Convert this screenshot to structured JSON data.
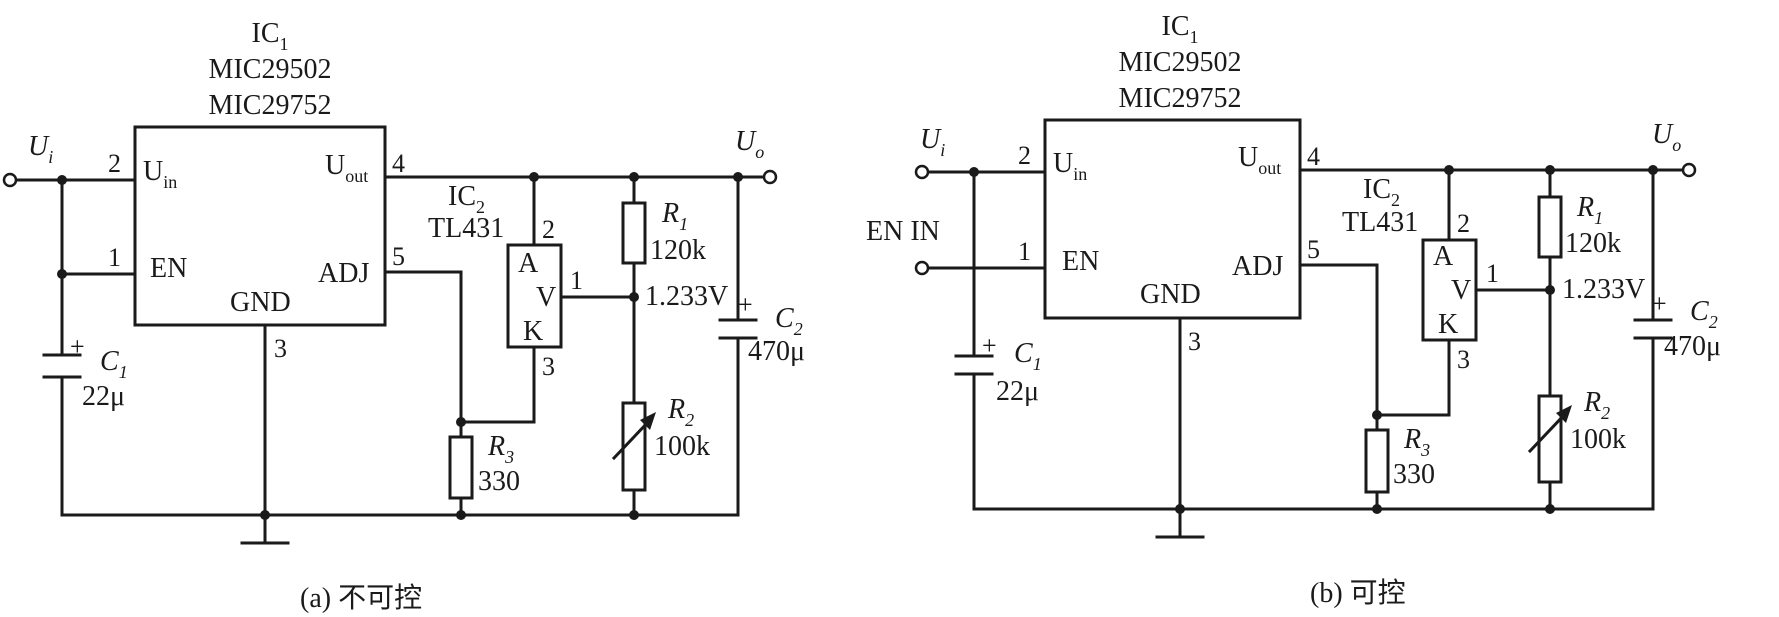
{
  "circuits": [
    {
      "id": "a",
      "caption": "(a) 不可控",
      "ic1": {
        "name": "IC",
        "index": "1",
        "parts": [
          "MIC29502",
          "MIC29752"
        ]
      },
      "pins": {
        "uin": "U",
        "uin_sub": "in",
        "en": "EN",
        "gnd": "GND",
        "uout": "U",
        "uout_sub": "out",
        "adj": "ADJ",
        "n2": "2",
        "n1": "1",
        "n3": "3",
        "n4": "4",
        "n5": "5"
      },
      "input": {
        "label": "U",
        "sub": "i"
      },
      "output": {
        "label": "U",
        "sub": "o"
      },
      "ic2": {
        "name": "IC",
        "index": "2",
        "part": "TL431",
        "a": "A",
        "v": "V",
        "k": "K",
        "p2": "2",
        "p1": "1",
        "p3": "3"
      },
      "r1": {
        "name": "R",
        "index": "1",
        "value": "120k"
      },
      "r2": {
        "name": "R",
        "index": "2",
        "value": "100k"
      },
      "r3": {
        "name": "R",
        "index": "3",
        "value": "330"
      },
      "c1": {
        "name": "C",
        "index": "1",
        "value": "22μ",
        "plus": "+"
      },
      "c2": {
        "name": "C",
        "index": "2",
        "value": "470μ",
        "plus": "+"
      },
      "vref": "1.233V"
    },
    {
      "id": "b",
      "caption": "(b) 可控",
      "ic1": {
        "name": "IC",
        "index": "1",
        "parts": [
          "MIC29502",
          "MIC29752"
        ]
      },
      "pins": {
        "uin": "U",
        "uin_sub": "in",
        "en": "EN",
        "gnd": "GND",
        "uout": "U",
        "uout_sub": "out",
        "adj": "ADJ",
        "n2": "2",
        "n1": "1",
        "n3": "3",
        "n4": "4",
        "n5": "5"
      },
      "input": {
        "label": "U",
        "sub": "i"
      },
      "en_in": "EN IN",
      "output": {
        "label": "U",
        "sub": "o"
      },
      "ic2": {
        "name": "IC",
        "index": "2",
        "part": "TL431",
        "a": "A",
        "v": "V",
        "k": "K",
        "p2": "2",
        "p1": "1",
        "p3": "3"
      },
      "r1": {
        "name": "R",
        "index": "1",
        "value": "120k"
      },
      "r2": {
        "name": "R",
        "index": "2",
        "value": "100k"
      },
      "r3": {
        "name": "R",
        "index": "3",
        "value": "330"
      },
      "c1": {
        "name": "C",
        "index": "1",
        "value": "22μ",
        "plus": "+"
      },
      "c2": {
        "name": "C",
        "index": "2",
        "value": "470μ",
        "plus": "+"
      },
      "vref": "1.233V"
    }
  ]
}
